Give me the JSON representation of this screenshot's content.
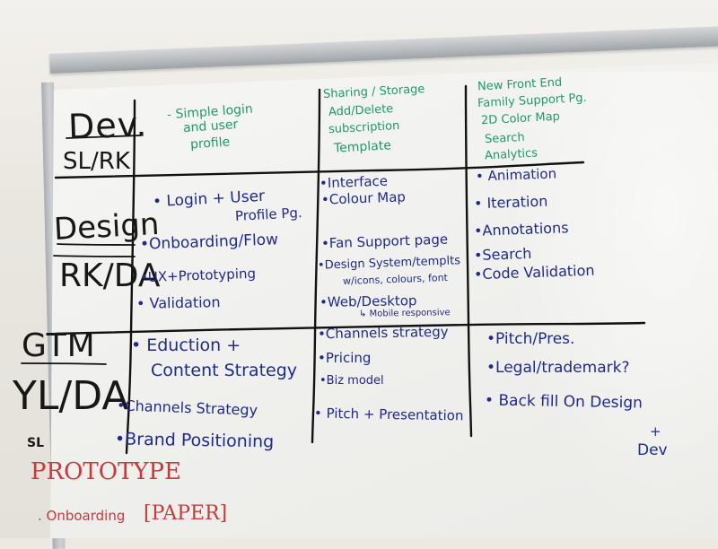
{
  "scene": "whiteboard",
  "colors": {
    "blue_ink": "#1f2a8c",
    "black_ink": "#171717",
    "green_ink": "#1f9a6e",
    "red_ink": "#c63a3a"
  },
  "rows": {
    "dev": {
      "title": "Dev.",
      "owners": "SL/RK"
    },
    "design": {
      "title": "Design",
      "owners": "RK/DA"
    },
    "gtm": {
      "title": "GTM",
      "owners": "YL/DA",
      "extra": "SL"
    }
  },
  "dev": {
    "col1": [
      "- Simple login",
      "and user",
      "profile"
    ],
    "col2": [
      "Sharing / Storage",
      "Add/Delete",
      "subscription",
      "Template"
    ],
    "col3": [
      "New Front End",
      "Family Support Pg.",
      "2D Color Map",
      "Search",
      "Analytics"
    ]
  },
  "design": {
    "col1": [
      "• Login + User",
      "Profile Pg.",
      "•Onboarding/Flow",
      "•UX+Prototyping",
      "• Validation"
    ],
    "col2": [
      "•Interface",
      "•Colour Map",
      "•Fan Support page",
      "•Design System/templts",
      "w/icons, colours, font",
      "•Web/Desktop",
      "↳ Mobile responsive"
    ],
    "col3": [
      "• Animation",
      "• Iteration",
      "•Annotations",
      "•Search",
      "•Code Validation"
    ]
  },
  "gtm": {
    "col1": [
      "• Eduction +",
      "Content Strategy",
      "•Channels Strategy",
      "•Brand Positioning"
    ],
    "col2": [
      "•Channels strategy",
      "•Pricing",
      "•Biz model",
      "• Pitch + Presentation"
    ],
    "col3": [
      "•Pitch/Pres.",
      "•Legal/trademark?",
      "• Back fill On Design",
      "+",
      "Dev"
    ]
  },
  "prototype": {
    "title": "PROTOTYPE",
    "item_prefix": ". Onboarding",
    "item_tag": "[PAPER]"
  }
}
